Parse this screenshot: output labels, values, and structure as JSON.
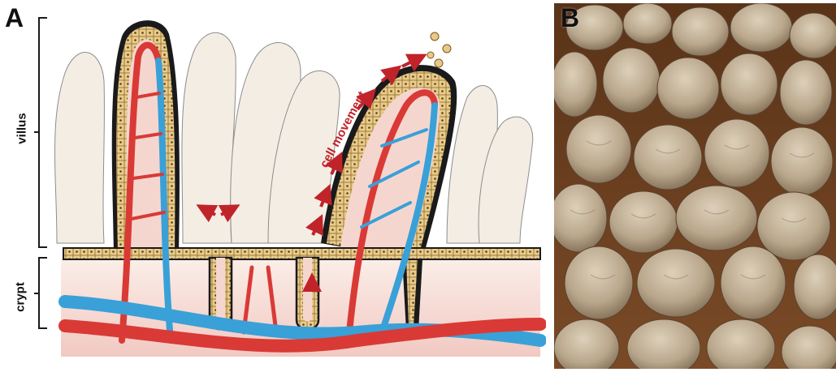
{
  "panel_a": {
    "letter": "A",
    "labels": {
      "villus": "villus",
      "crypt": "crypt",
      "cell_movement": "cell movement"
    }
  },
  "panel_b": {
    "letter": "B"
  },
  "colors": {
    "artery": "#d93a36",
    "vein": "#3aa0d8",
    "epithelium": "#e8c98a",
    "tissue": "#f6dfd8",
    "background_villi": "#f3ece3",
    "micrograph_villus": "#c7b49a",
    "micrograph_shadow": "#6b3f1e"
  }
}
